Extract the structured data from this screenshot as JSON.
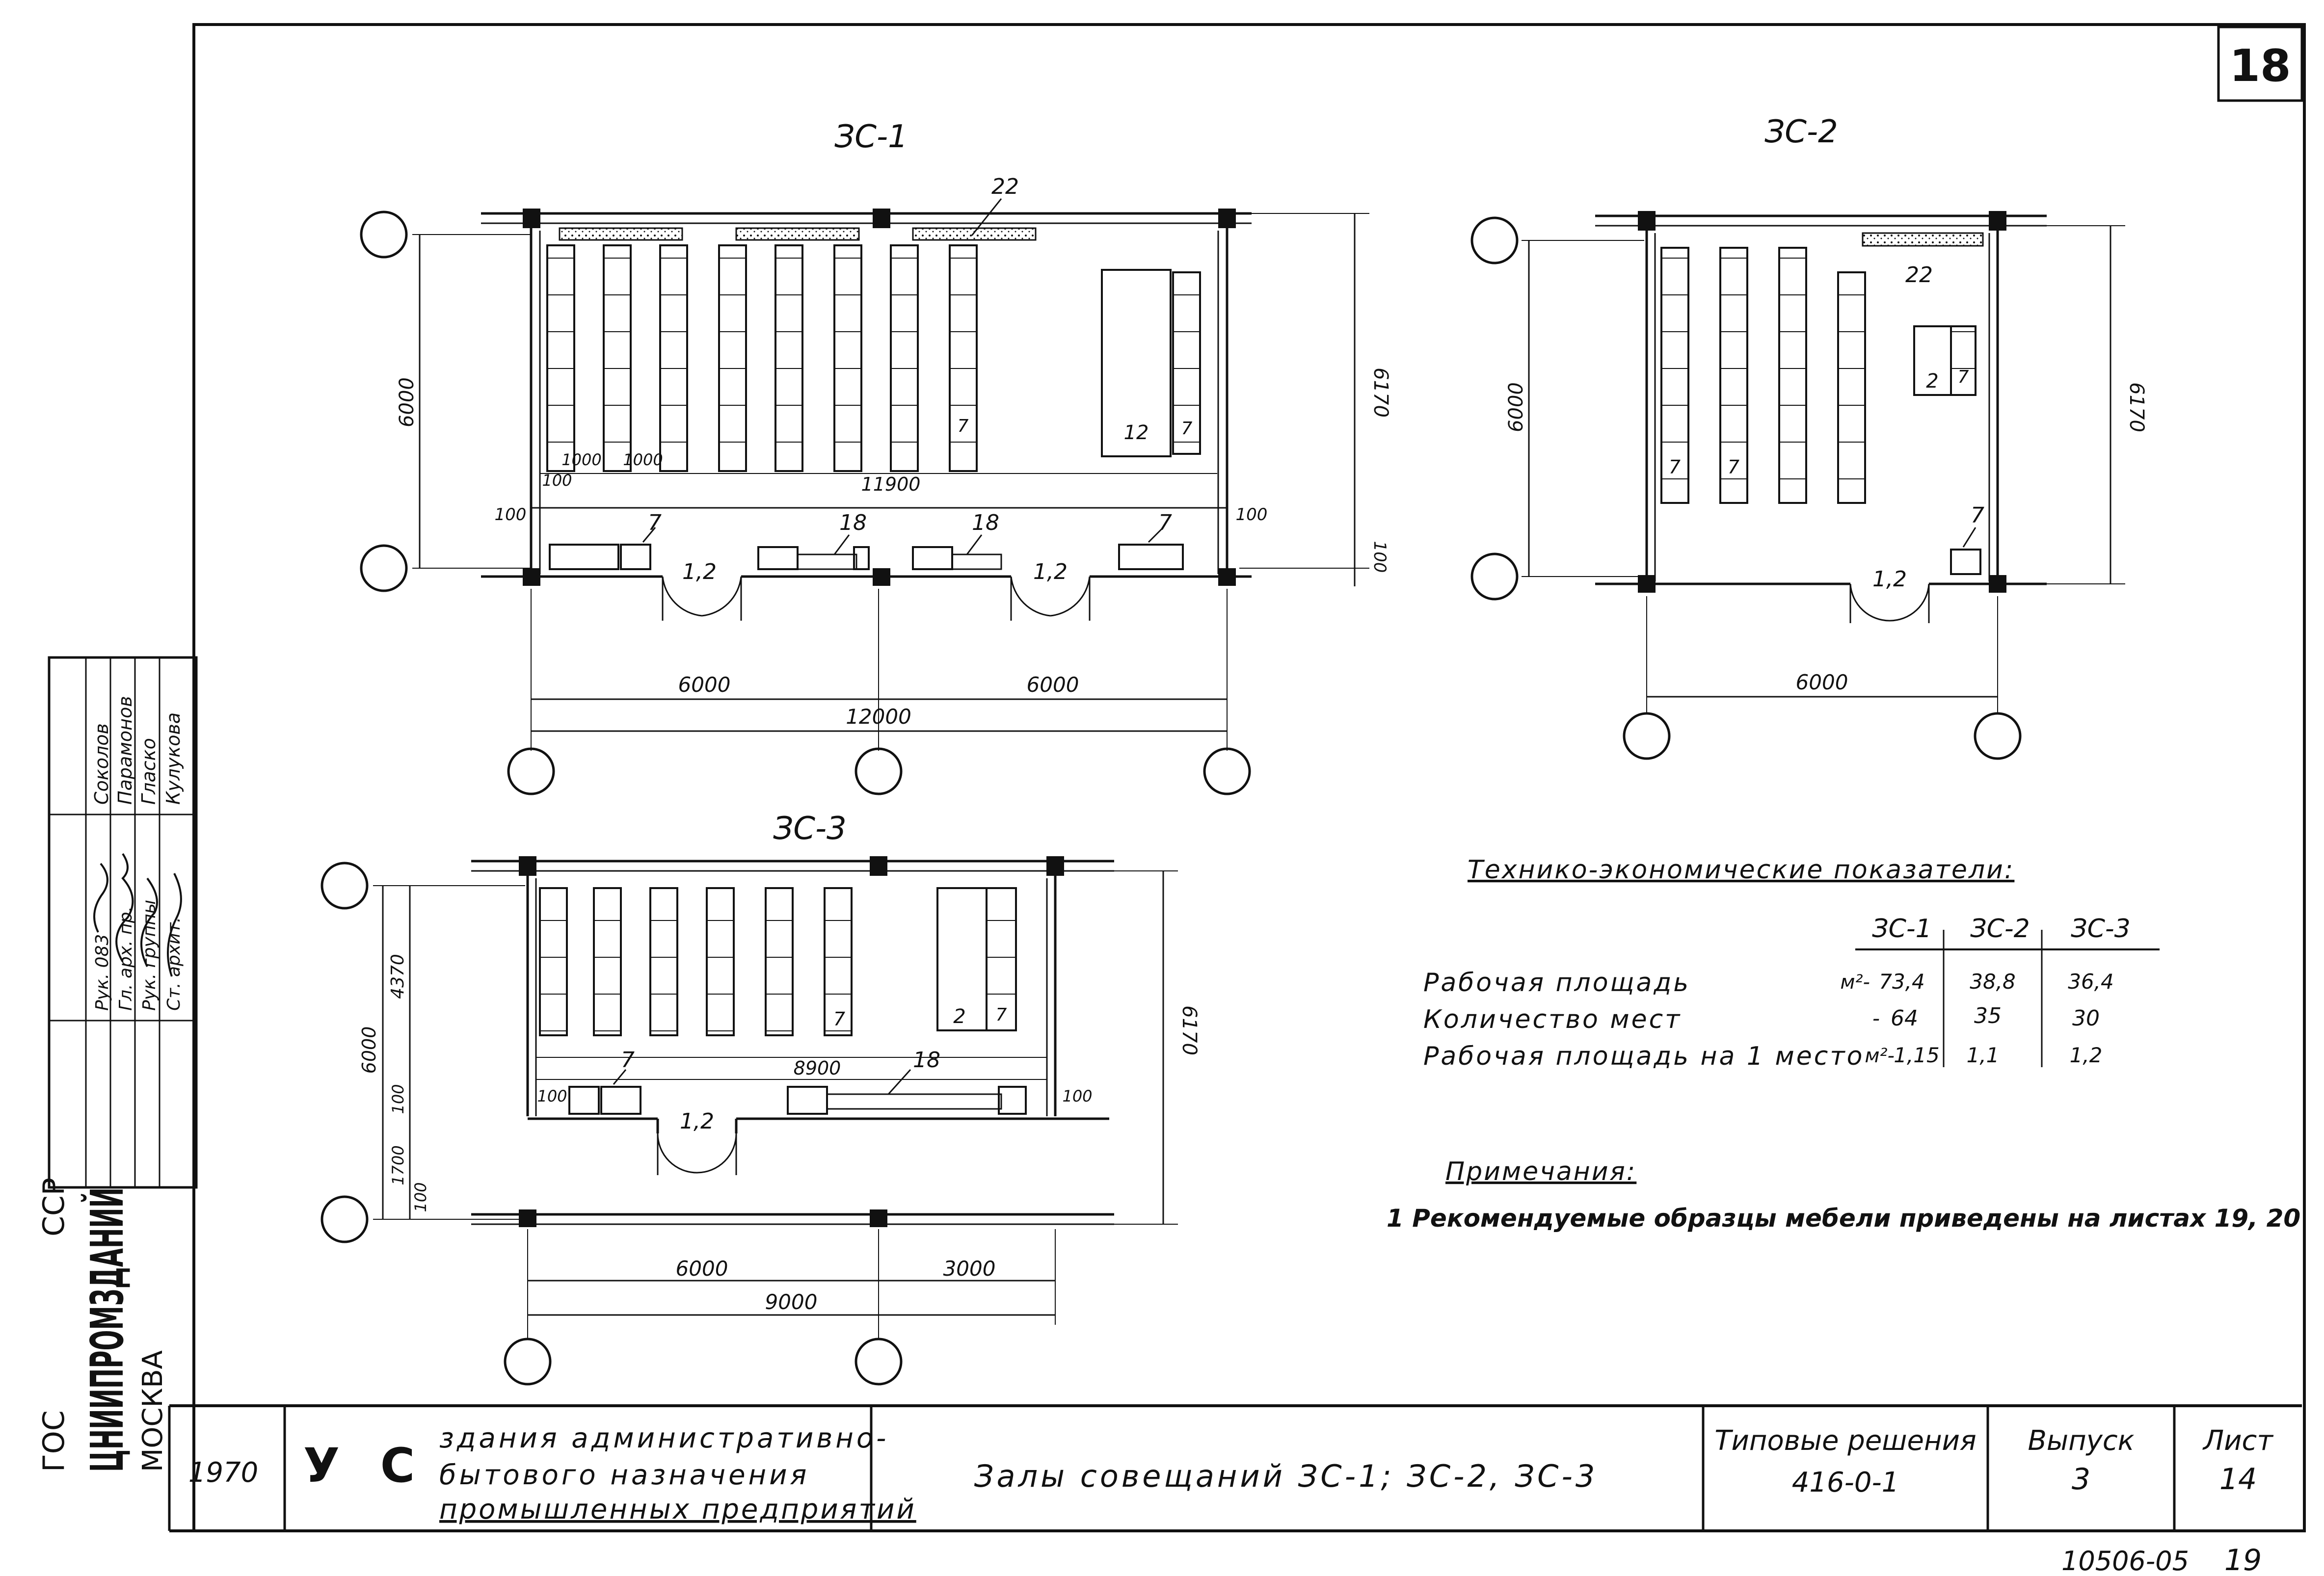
{
  "sheet_number": "18",
  "footer_code": "10506-05",
  "footer_sheet": "19",
  "plans": {
    "zs1": {
      "title": "ЗС-1",
      "dim_height": "6000",
      "dim_height_outer": "6170",
      "dim_inner_width": "11900",
      "dim_bay_1": "6000",
      "dim_bay_2": "6000",
      "dim_total": "12000",
      "dim_100_a": "100",
      "dim_100_b": "100",
      "dim_100_c": "100",
      "dim_100_d": "100",
      "dim_1000_a": "1000",
      "dim_1000_b": "1000",
      "mark_22": "22",
      "mark_12": "12",
      "mark_7_table": "7",
      "mark_7_row": "7",
      "mark_7_left": "7",
      "mark_7_right": "7",
      "mark_18_a": "18",
      "mark_18_b": "18",
      "door_1": "1,2",
      "door_2": "1,2"
    },
    "zs2": {
      "title": "ЗС-2",
      "dim_height": "6000",
      "dim_height_outer": "6170",
      "dim_width": "6000",
      "mark_22": "22",
      "mark_2": "2",
      "mark_7_table": "7",
      "mark_7_row_a": "7",
      "mark_7_row_b": "7",
      "mark_7_door": "7",
      "door": "1,2"
    },
    "zs3": {
      "title": "ЗС-3",
      "dim_height": "6000",
      "dim_inner_height": "4370",
      "dim_height_outer": "6170",
      "dim_inner_width": "8900",
      "dim_100_a": "100",
      "dim_100_b": "100",
      "dim_100_c": "100",
      "dim_100_d": "100",
      "dim_corridor": "1700",
      "dim_bay_1": "6000",
      "dim_bay_2": "3000",
      "dim_total": "9000",
      "mark_2": "2",
      "mark_7_table": "7",
      "mark_7_row": "7",
      "mark_7_left": "7",
      "mark_18": "18",
      "door": "1,2"
    }
  },
  "indicators": {
    "heading": "Технико-экономические показатели:",
    "columns": [
      "ЗС-1",
      "ЗС-2",
      "ЗС-3"
    ],
    "rows": [
      {
        "label": "Рабочая площадь",
        "unit": "м²-",
        "values": [
          "73,4",
          "38,8",
          "36,4"
        ]
      },
      {
        "label": "Количество мест",
        "unit": "-",
        "values": [
          "64",
          "35",
          "30"
        ]
      },
      {
        "label": "Рабочая площадь на 1 место",
        "unit": "м²-",
        "values": [
          "1,15",
          "1,1",
          "1,2"
        ]
      }
    ]
  },
  "notes": {
    "heading": "Примечания:",
    "text": "1 Рекомендуемые образцы мебели приведены на листах 19, 20"
  },
  "side_stamp": {
    "org": "ЦНИИПРОМЗДАНИЙ",
    "city": "МОСКВА",
    "prefix": "ГОС",
    "agency": "ССР",
    "roles": [
      {
        "role": "Рук. 083",
        "name": "Соколов"
      },
      {
        "role": "Гл. арх. пр.",
        "name": "Парамонов"
      },
      {
        "role": "Рук. группы",
        "name": "Гласко"
      },
      {
        "role": "Ст. архит.",
        "name": "Кулукова"
      }
    ]
  },
  "title_block": {
    "year": "1970",
    "letter_u": "У",
    "letter_c": "С",
    "subject_line1": "здания административно-",
    "subject_line2": "бытового назначения",
    "subject_line3": "промышленных предприятий",
    "drawing_title": "Залы совещаний ЗС-1; ЗС-2, ЗС-3",
    "series_line1": "Типовые решения",
    "series_line2": "416-0-1",
    "issue_label": "Выпуск",
    "issue_value": "3",
    "sheet_label": "Лист",
    "sheet_value": "14"
  }
}
